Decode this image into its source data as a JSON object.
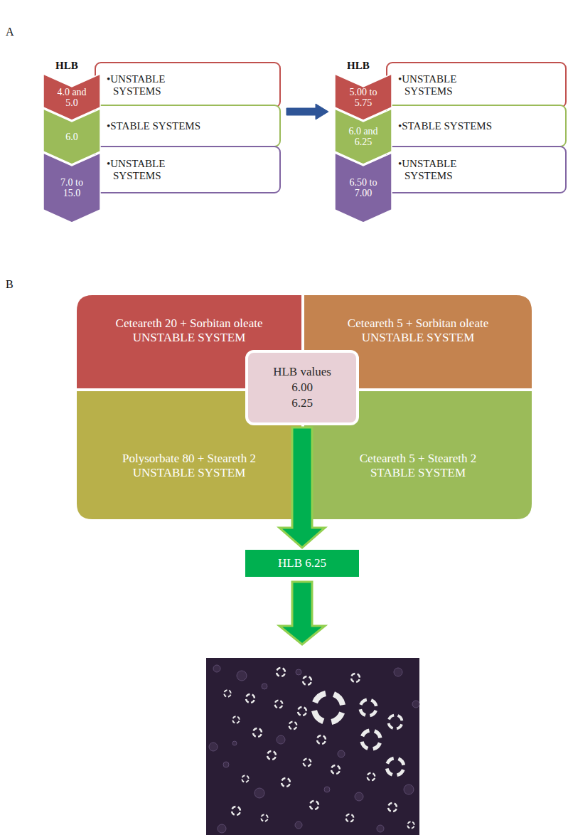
{
  "diagram": {
    "nodes": [
      {
        "text": [
          "4.0 and 5.0"
        ]
      },
      {
        "text": [
          "•UNSTABLE SYSTEMS"
        ]
      },
      {
        "text": [
          "6.0"
        ]
      },
      {
        "text": [
          "•STABLE SYSTEMS"
        ]
      },
      {
        "text": [
          "7.0 to 15.0"
        ]
      },
      {
        "text": [
          "•UNSTABLE SYSTEMS"
        ]
      },
      {
        "text": [
          "5.00 to 5.75"
        ]
      },
      {
        "text": [
          "•UNSTABLE SYSTEMS"
        ]
      },
      {
        "text": [
          "6.0 and 6.25"
        ]
      },
      {
        "text": [
          "•STABLE SYSTEMS"
        ]
      },
      {
        "text": [
          "6.50 to 7.00"
        ]
      },
      {
        "text": [
          "•UNSTABLE SYSTEMS"
        ]
      },
      {
        "text": [
          "Ceteareth 20 + Sorbitan oleate",
          "UNSTABLE SYSTEM"
        ]
      },
      {
        "text": [
          "Ceteareth 5 + Sorbitan oleate",
          "UNSTABLE SYSTEM"
        ]
      },
      {
        "text": [
          "HLB values",
          "6.00",
          "6.25"
        ]
      },
      {
        "text": [
          "Polysorbate 80 + Steareth 2",
          "UNSTABLE SYSTEM"
        ]
      },
      {
        "text": [
          "Ceteareth 5 + Steareth 2",
          "STABLE SYSTEM"
        ]
      },
      {
        "text": [
          "HLB 6.25"
        ]
      }
    ],
    "edges": [
      {
        "from": 3,
        "to": 6,
        "arrow": "to"
      },
      {
        "from": 14,
        "to": 17,
        "arrow": "to"
      }
    ],
    "labels": [
      "A",
      "HLB",
      "HLB",
      "B"
    ]
  }
}
